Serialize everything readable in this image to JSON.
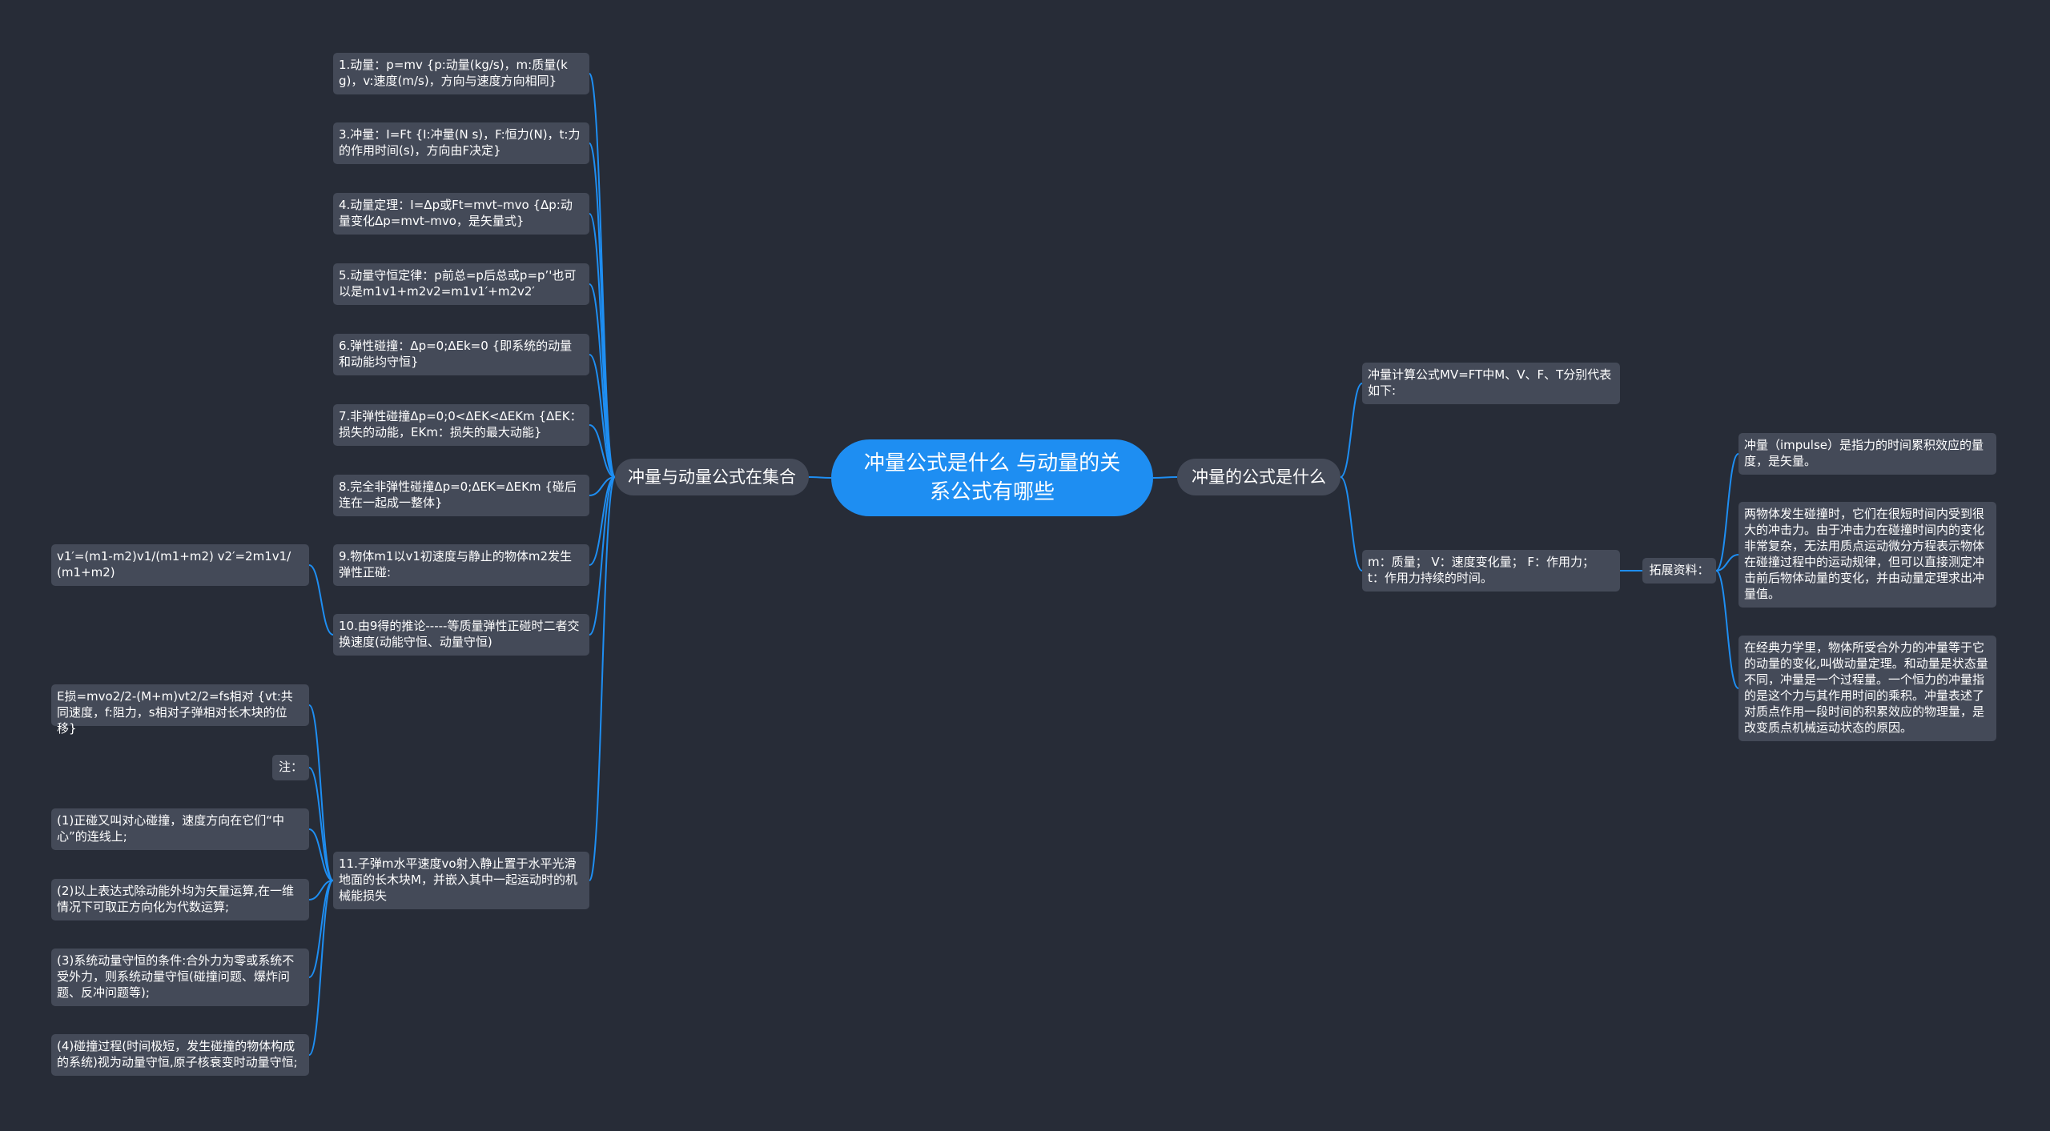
{
  "root": {
    "title": "冲量公式是什么 与动量的关系公式有哪些"
  },
  "left_branch": {
    "label": "冲量与动量公式在集合",
    "items": [
      "1.动量：p=mv {p:动量(kg/s)，m:质量(kg)，v:速度(m/s)，方向与速度方向相同}",
      "3.冲量：I=Ft {I:冲量(N s)，F:恒力(N)，t:力的作用时间(s)，方向由F决定}",
      "4.动量定理：I=Δp或Ft=mvt–mvo {Δp:动量变化Δp=mvt–mvo，是矢量式}",
      "5.动量守恒定律：p前总=p后总或p=p’'也可以是m1v1+m2v2=m1v1′+m2v2′",
      "6.弹性碰撞：Δp=0;ΔEk=0 {即系统的动量和动能均守恒}",
      "7.非弹性碰撞Δp=0;0<ΔEK<ΔEKm {ΔEK：损失的动能，EKm：损失的最大动能}",
      "8.完全非弹性碰撞Δp=0;ΔEK=ΔEKm {碰后连在一起成一整体}",
      "9.物体m1以v1初速度与静止的物体m2发生弹性正碰:",
      "10.由9得的推论-----等质量弹性正碰时二者交换速度(动能守恒、动量守恒)",
      "11.子弹m水平速度vo射入静止置于水平光滑地面的长木块M，并嵌入其中一起运动时的机械能损失"
    ],
    "item9_child": "v1′=(m1-m2)v1/(m1+m2) v2′=2m1v1/(m1+m2)",
    "item11_children": [
      "E损=mvo2/2-(M+m)vt2/2=fs相对 {vt:共同速度，f:阻力，s相对子弹相对长木块的位移}",
      "注：",
      "(1)正碰又叫对心碰撞，速度方向在它们“中心”的连线上;",
      "(2)以上表达式除动能外均为矢量运算,在一维情况下可取正方向化为代数运算;",
      "(3)系统动量守恒的条件:合外力为零或系统不受外力，则系统动量守恒(碰撞问题、爆炸问题、反冲问题等);",
      "(4)碰撞过程(时间极短，发生碰撞的物体构成的系统)视为动量守恒,原子核衰变时动量守恒;"
    ]
  },
  "right_branch": {
    "label": "冲量的公式是什么",
    "items": [
      "冲量计算公式MV=FT中M、V、F、T分别代表如下:",
      "m：质量； V：速度变化量； F：作用力； t：作用力持续的时间。"
    ],
    "extension_label": "拓展资料：",
    "extension_items": [
      "冲量（impulse）是指力的时间累积效应的量度，是矢量。",
      "两物体发生碰撞时，它们在很短时间内受到很大的冲击力。由于冲击力在碰撞时间内的变化非常复杂，无法用质点运动微分方程表示物体在碰撞过程中的运动规律，但可以直接测定冲击前后物体动量的变化，并由动量定理求出冲量值。",
      "在经典力学里，物体所受合外力的冲量等于它的动量的变化,叫做动量定理。和动量是状态量不同，冲量是一个过程量。一个恒力的冲量指的是这个力与其作用时间的乘积。冲量表述了对质点作用一段时间的积累效应的物理量，是改变质点机械运动状态的原因。"
    ]
  },
  "colors": {
    "background": "#272c37",
    "node": "#444a58",
    "root": "#1e8ef2",
    "edge": "#1e8ef2",
    "text": "#ffffff"
  }
}
